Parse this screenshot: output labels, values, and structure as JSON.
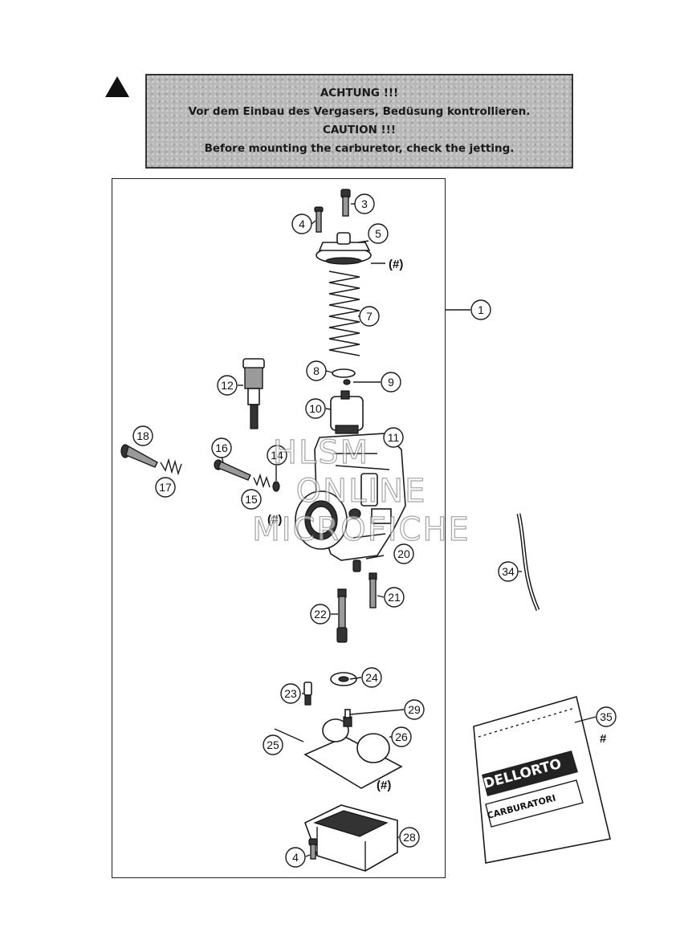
{
  "warning": {
    "line1": "ACHTUNG !!!",
    "line2": "Vor dem Einbau des Vergasers, Bedüsung kontrollieren.",
    "line3": "CAUTION !!!",
    "line4": "Before mounting the carburetor, check the jetting."
  },
  "callouts": {
    "c1": "1",
    "c3": "3",
    "c4a": "4",
    "c4b": "4",
    "c5": "5",
    "c7": "7",
    "c8": "8",
    "c9": "9",
    "c10": "10",
    "c11": "11",
    "c12": "12",
    "c14": "14",
    "c15": "15",
    "c16": "16",
    "c17": "17",
    "c18": "18",
    "c20": "20",
    "c21": "21",
    "c22": "22",
    "c23": "23",
    "c24": "24",
    "c25": "25",
    "c26": "26",
    "c28": "28",
    "c29": "29",
    "c34": "34",
    "c35": "35"
  },
  "marks": {
    "hash_top": "(#)",
    "hash_mid": "(#)",
    "hash_float": "(#)",
    "hash_kit": "#"
  },
  "kit_bag": {
    "brand": "DELLORTO",
    "sub": "CARBURATORI"
  },
  "watermark": {
    "line1": "HLSM",
    "line2": "ONLINE",
    "line3": "MICROFICHE"
  }
}
